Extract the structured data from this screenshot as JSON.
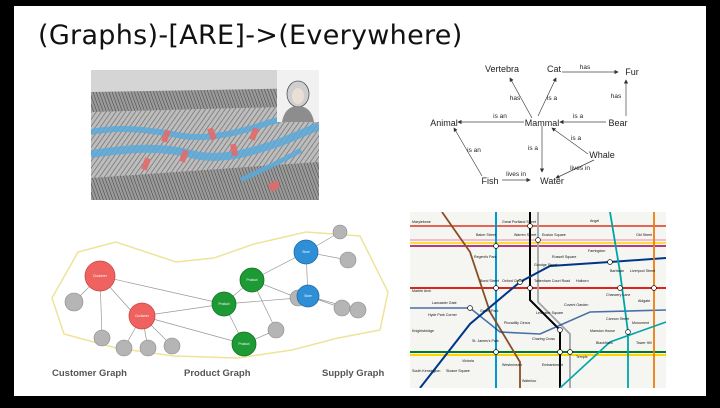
{
  "title": "(Graphs)-[ARE]->(Everywhere)",
  "semantic_graph": {
    "nodes": [
      "Vertebra",
      "Cat",
      "Fur",
      "Animal",
      "Mammal",
      "Bear",
      "Whale",
      "Fish",
      "Water"
    ],
    "edge_labels": [
      "has",
      "has",
      "is a",
      "has",
      "is an",
      "is a",
      "is a",
      "is an",
      "is a",
      "lives in",
      "lives in"
    ]
  },
  "product_graph": {
    "node_labels": [
      "Customer",
      "Customer",
      "Product",
      "Product",
      "Product",
      "Store",
      "Store"
    ],
    "captions": [
      "Customer Graph",
      "Product Graph",
      "Supply Graph"
    ]
  },
  "subway_map": {
    "stations": [
      "Marylebone",
      "Baker Street",
      "Great Portland Street",
      "Warren Street",
      "Euston Square",
      "Angel",
      "Old Street",
      "Regent's Park",
      "Goodge Street",
      "Russell Square",
      "Farringdon",
      "Barbican",
      "Bond Street",
      "Oxford Circus",
      "Tottenham Court Road",
      "Holborn",
      "Chancery Lane",
      "Marble Arch",
      "Lancaster Gate",
      "Green Park",
      "Piccadilly Circus",
      "Leicester Square",
      "Covent Garden",
      "Hyde Park Corner",
      "Knightsbridge",
      "St. James's Park",
      "Charing Cross",
      "Westminster",
      "Embankment",
      "Temple",
      "Mansion House",
      "Cannon Street",
      "Monument",
      "Blackfriars",
      "South Kensington",
      "Sloane Square",
      "Victoria",
      "Waterloo",
      "Tower Hill",
      "Liverpool Street",
      "Aldgate"
    ]
  },
  "colors": {
    "background": "#000000",
    "slide": "#ffffff",
    "customer": "#f0625f",
    "product": "#1e9a34",
    "store": "#2f8fd6",
    "peripheral": "#b5b5b5",
    "outline": "#efe39a"
  }
}
